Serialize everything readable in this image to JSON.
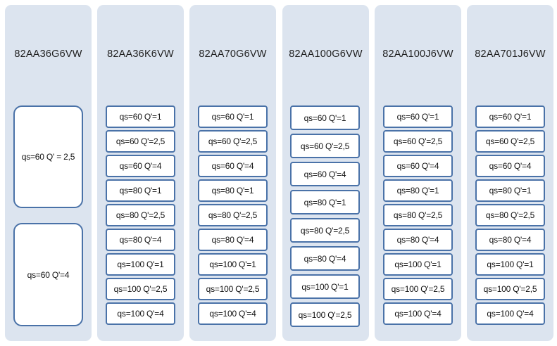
{
  "colors": {
    "column_bg": "#dce4ef",
    "box_border": "#4a72a8",
    "box_bg": "#ffffff"
  },
  "columns": [
    {
      "title": "82AA36G6VW",
      "items": [
        "qs=60 Q' = 2,5",
        "qs=60 Q'=4"
      ]
    },
    {
      "title": "82AA36K6VW",
      "items": [
        "qs=60 Q'=1",
        "qs=60 Q'=2,5",
        "qs=60 Q'=4",
        "qs=80 Q'=1",
        "qs=80 Q'=2,5",
        "qs=80 Q'=4",
        "qs=100 Q'=1",
        "qs=100 Q'=2,5",
        "qs=100 Q'=4"
      ]
    },
    {
      "title": "82AA70G6VW",
      "items": [
        "qs=60 Q'=1",
        "qs=60 Q'=2,5",
        "qs=60 Q'=4",
        "qs=80 Q'=1",
        "qs=80 Q'=2,5",
        "qs=80 Q'=4",
        "qs=100 Q'=1",
        "qs=100 Q'=2,5",
        "qs=100 Q'=4"
      ]
    },
    {
      "title": "82AA100G6VW",
      "items": [
        "qs=60 Q'=1",
        "qs=60 Q'=2,5",
        "qs=60 Q'=4",
        "qs=80 Q'=1",
        "qs=80 Q'=2,5",
        "qs=80 Q'=4",
        "qs=100 Q'=1",
        "qs=100 Q'=2,5"
      ]
    },
    {
      "title": "82AA100J6VW",
      "items": [
        "qs=60 Q'=1",
        "qs=60 Q'=2,5",
        "qs=60 Q'=4",
        "qs=80 Q'=1",
        "qs=80 Q'=2,5",
        "qs=80 Q'=4",
        "qs=100 Q'=1",
        "qs=100 Q'=2,5",
        "qs=100 Q'=4"
      ]
    },
    {
      "title": "82AA701J6VW",
      "items": [
        "qs=60 Q'=1",
        "qs=60 Q'=2,5",
        "qs=60 Q'=4",
        "qs=80 Q'=1",
        "qs=80 Q'=2,5",
        "qs=80 Q'=4",
        "qs=100 Q'=1",
        "qs=100 Q'=2,5",
        "qs=100 Q'=4"
      ]
    }
  ]
}
